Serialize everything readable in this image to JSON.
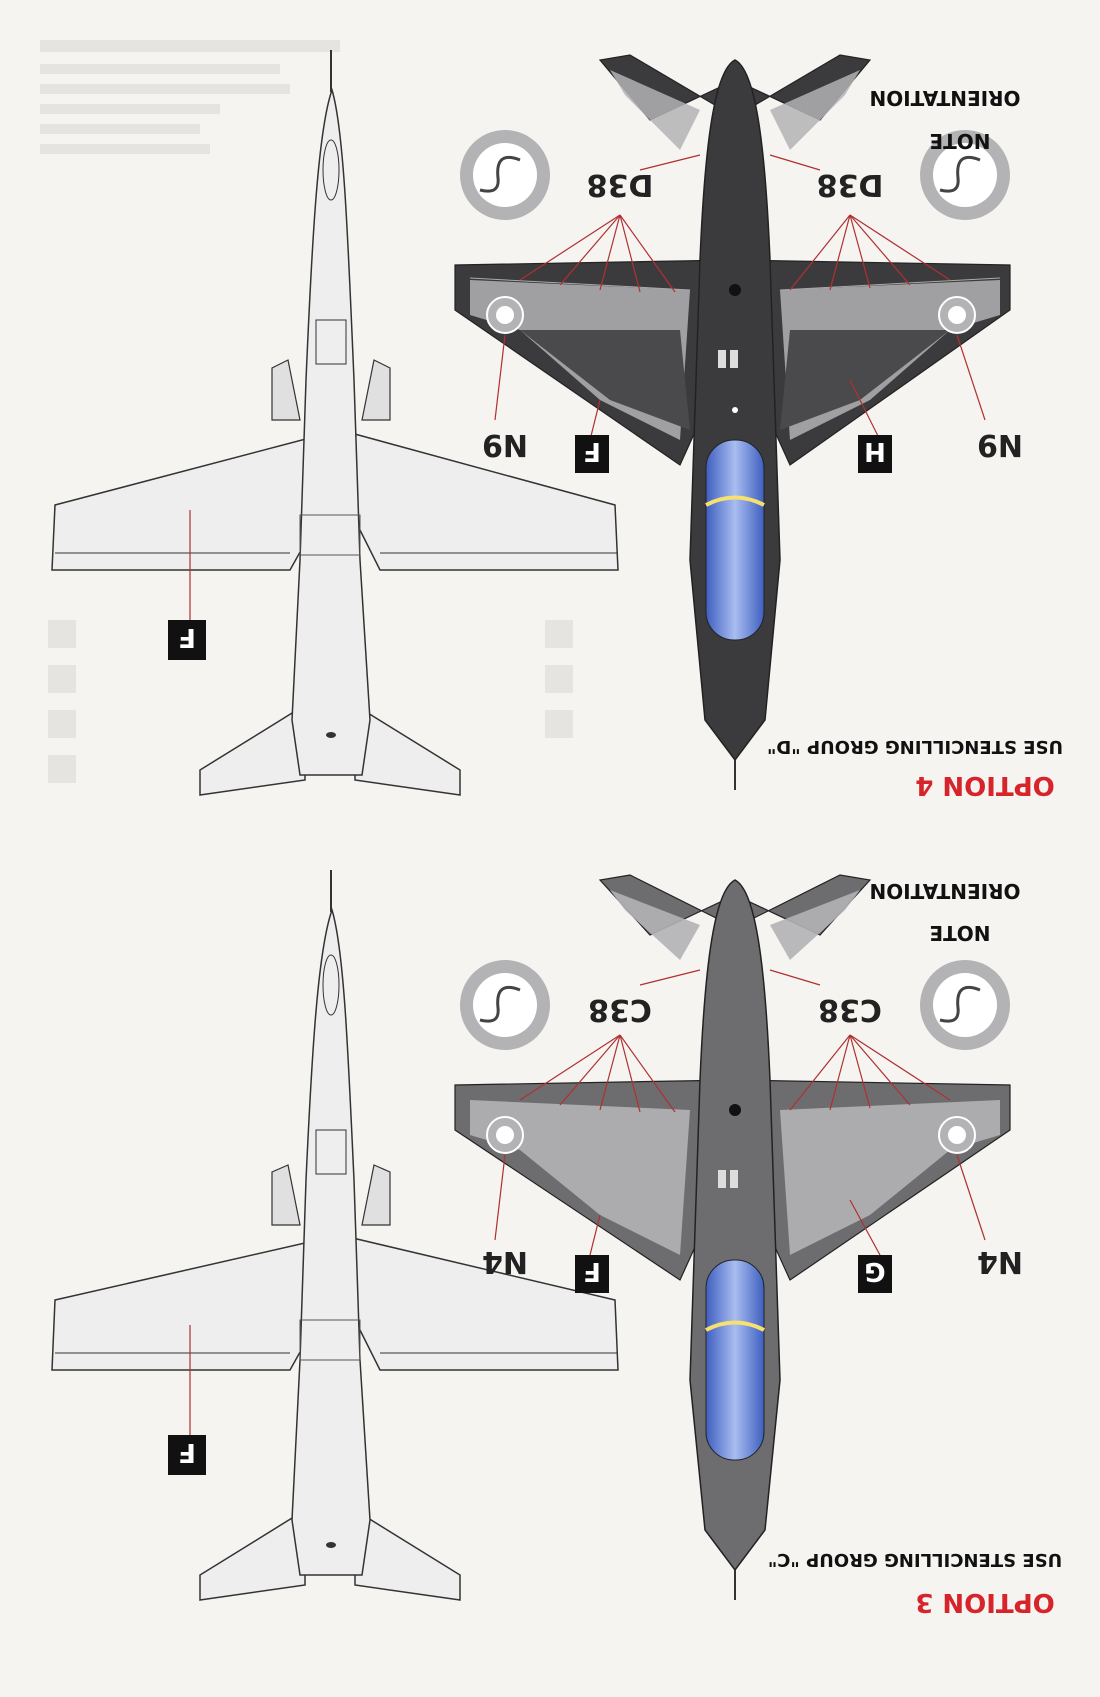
{
  "colors": {
    "paper": "#f5f4f1",
    "light_grey": "#eeeeee",
    "outline": "#333333",
    "dark_grey_option4": "#3b3b3e",
    "mid_grey_option3": "#6d6d70",
    "camo_dark": "#6e6e70",
    "camo_light": "#b3b3b5",
    "accent_red": "#d7242b",
    "leader_red": "#b03030",
    "canopy_blue": "#5a7ad0"
  },
  "option4": {
    "title": "OPTION 4",
    "stencil_note": "USE STENCILLING GROUP \"D\"",
    "orientation_note_line1": "NOTE",
    "orientation_note_line2": "ORIENTATION",
    "callouts": {
      "wing_stencil_left": "D38",
      "wing_stencil_right": "D38",
      "roundel_left": "N9",
      "roundel_right": "N9",
      "camo_left": "F",
      "camo_right": "H",
      "top_view_camo": "F"
    }
  },
  "option3": {
    "title": "OPTION 3",
    "stencil_note": "USE STENCILLING GROUP \"C\"",
    "orientation_note_line1": "NOTE",
    "orientation_note_line2": "ORIENTATION",
    "callouts": {
      "wing_stencil_left": "C38",
      "wing_stencil_right": "C38",
      "roundel_left": "N4",
      "roundel_right": "N4",
      "camo_left": "F",
      "camo_right": "G",
      "top_view_camo": "F"
    }
  }
}
